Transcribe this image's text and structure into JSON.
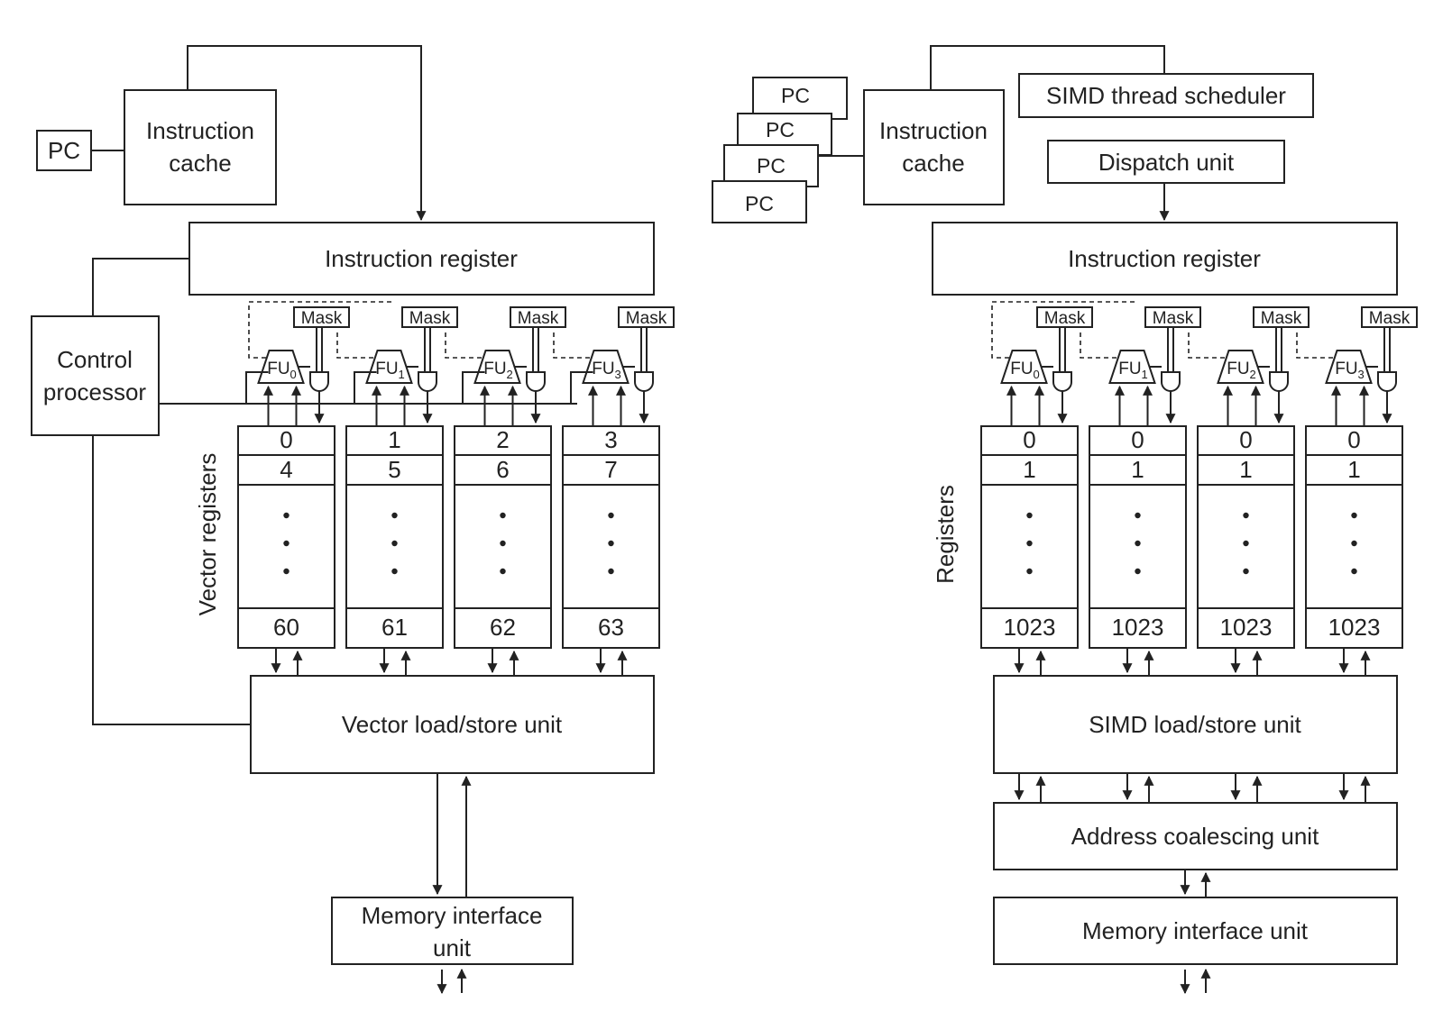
{
  "left": {
    "pc": "PC",
    "instruction_cache": [
      "Instruction",
      "cache"
    ],
    "instruction_register": "Instruction register",
    "control_processor": [
      "Control",
      "processor"
    ],
    "mask": "Mask",
    "fu": "FU",
    "fu_subscripts": [
      "0",
      "1",
      "2",
      "3"
    ],
    "registers_label": "Vector registers",
    "lane_first": [
      "0",
      "1",
      "2",
      "3"
    ],
    "lane_second": [
      "4",
      "5",
      "6",
      "7"
    ],
    "lane_last": [
      "60",
      "61",
      "62",
      "63"
    ],
    "load_store_unit": "Vector load/store unit",
    "memory_interface_unit": [
      "Memory interface",
      "unit"
    ]
  },
  "right": {
    "pcs": [
      "PC",
      "PC",
      "PC",
      "PC"
    ],
    "instruction_cache": [
      "Instruction",
      "cache"
    ],
    "simd_thread_scheduler": "SIMD thread scheduler",
    "dispatch_unit": "Dispatch unit",
    "instruction_register": "Instruction register",
    "mask": "Mask",
    "fu": "FU",
    "fu_subscripts": [
      "0",
      "1",
      "2",
      "3"
    ],
    "registers_label": "Registers",
    "lane_first": [
      "0",
      "0",
      "0",
      "0"
    ],
    "lane_second": [
      "1",
      "1",
      "1",
      "1"
    ],
    "lane_last": [
      "1023",
      "1023",
      "1023",
      "1023"
    ],
    "load_store_unit": "SIMD load/store unit",
    "address_coalescing_unit": "Address coalescing unit",
    "memory_interface_unit": "Memory interface unit"
  }
}
